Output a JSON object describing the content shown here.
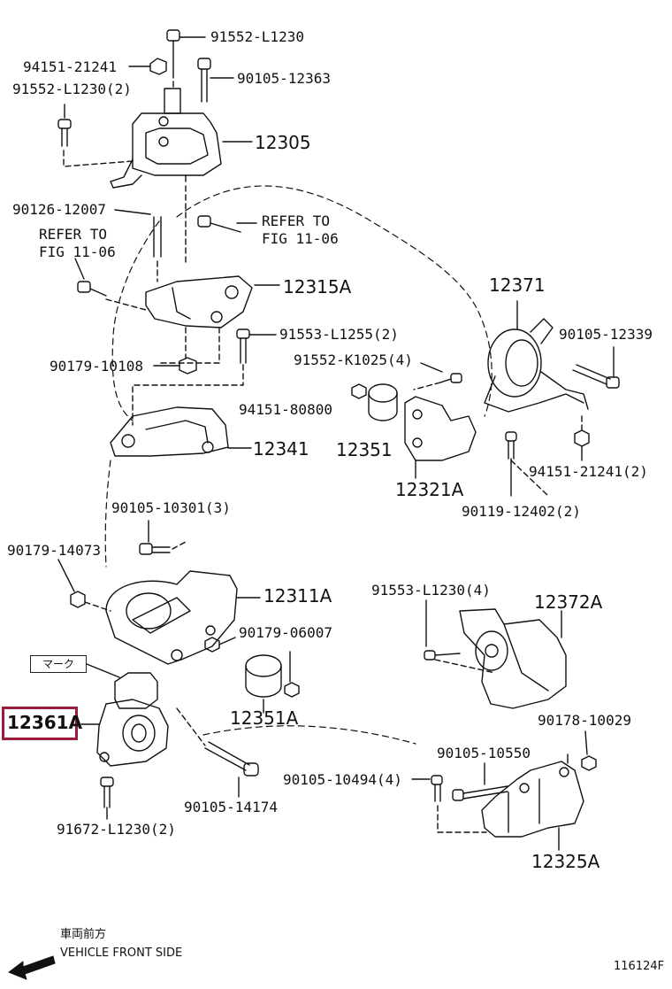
{
  "diagram_id": "116124F",
  "highlighted_part": "12361A",
  "parts": {
    "p_91552_L1230": "91552-L1230",
    "p_94151_21241": "94151-21241",
    "p_91552_L1230_2": "91552-L1230(2)",
    "p_90105_12363": "90105-12363",
    "p_12305": "12305",
    "p_90126_12007": "90126-12007",
    "refer_a_line1": "REFER TO",
    "refer_a_line2": "FIG 11-06",
    "refer_b_line1": "REFER TO",
    "refer_b_line2": "FIG 11-06",
    "p_12315A": "12315A",
    "p_91553_L1255_2": "91553-L1255(2)",
    "p_90179_10108": "90179-10108",
    "p_12371": "12371",
    "p_90105_12339": "90105-12339",
    "p_91552_K1025_4": "91552-K1025(4)",
    "p_94151_80800": "94151-80800",
    "p_12351": "12351",
    "p_12321A": "12321A",
    "p_12341": "12341",
    "p_94151_21241_2": "94151-21241(2)",
    "p_90119_12402_2": "90119-12402(2)",
    "p_90105_10301_3": "90105-10301(3)",
    "p_90179_14073": "90179-14073",
    "p_12311A": "12311A",
    "p_91553_L1230_4": "91553-L1230(4)",
    "p_12372A": "12372A",
    "p_90179_06007": "90179-06007",
    "mark_label": "マーク",
    "p_12361A": "12361A",
    "p_12351A": "12351A",
    "p_90178_10029": "90178-10029",
    "p_90105_10550": "90105-10550",
    "p_90105_10494_4": "90105-10494(4)",
    "p_90105_14174": "90105-14174",
    "p_91672_L1230_2": "91672-L1230(2)",
    "p_12325A": "12325A"
  },
  "footer": {
    "front_jp": "車両前方",
    "front_en": "VEHICLE FRONT SIDE",
    "code": "116124F"
  },
  "colors": {
    "highlight": "#9b1b3a",
    "ink": "#111111"
  }
}
